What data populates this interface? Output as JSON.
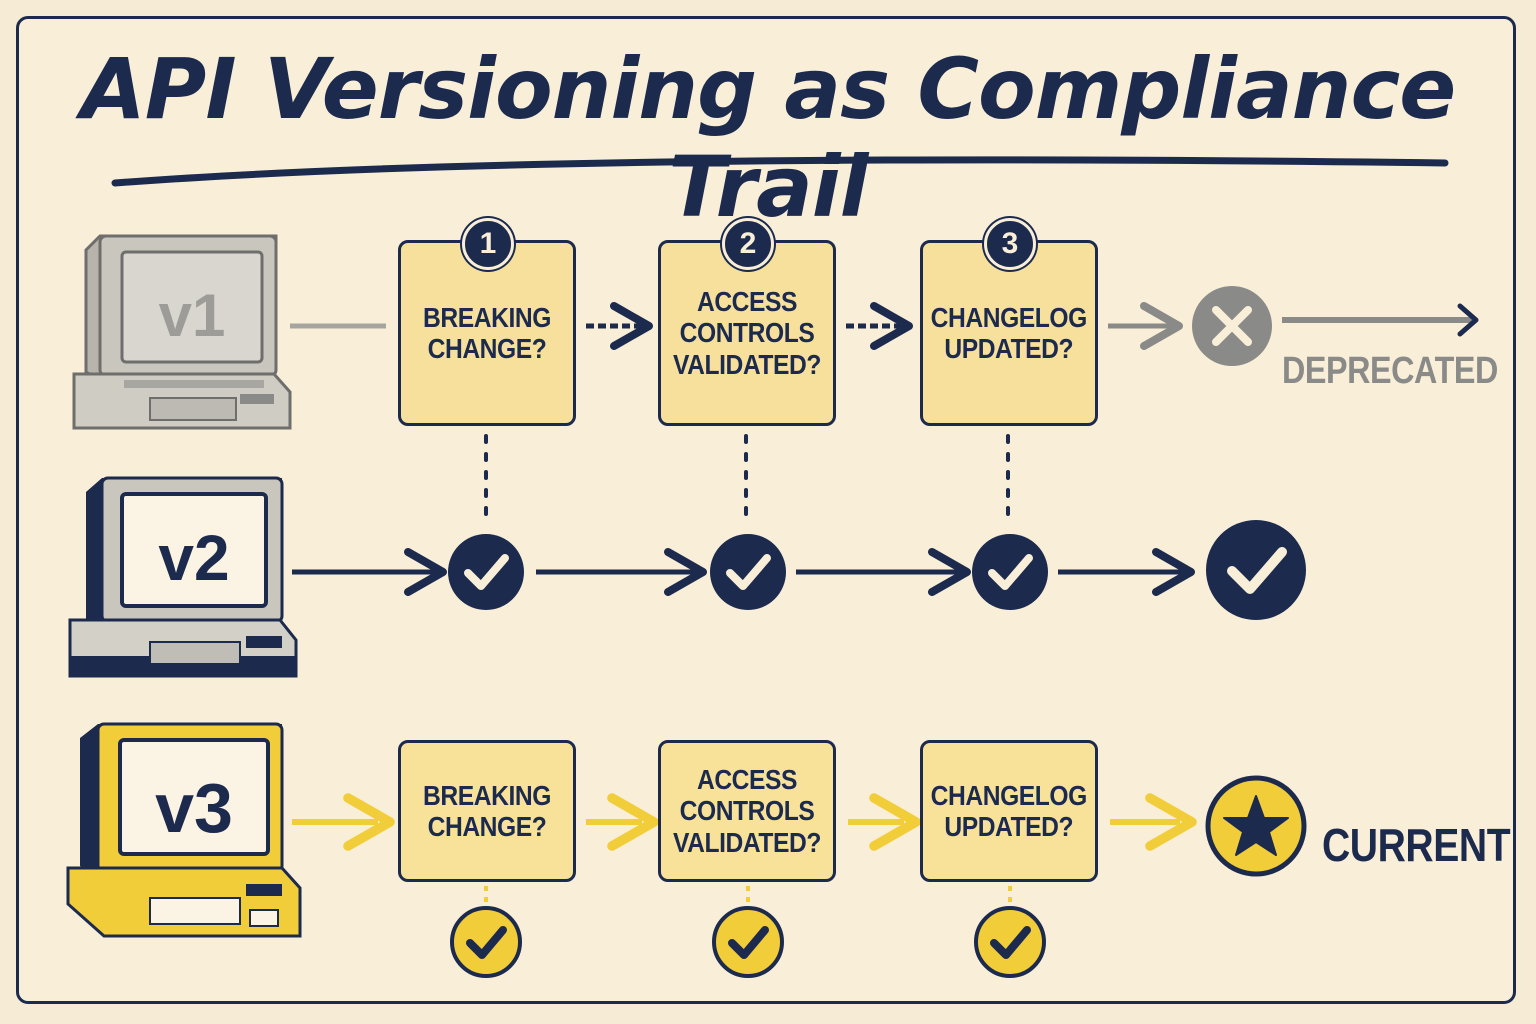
{
  "title": "API Versioning as Compliance Trail",
  "steps": [
    {
      "number": "1",
      "label": "BREAKING CHANGE?"
    },
    {
      "number": "2",
      "label": "ACCESS CONTROLS VALIDATED?"
    },
    {
      "number": "3",
      "label": "CHANGELOG UPDATED?"
    }
  ],
  "versions": [
    {
      "id": "v1",
      "status": "DEPRECATED",
      "color": "#8a8a88"
    },
    {
      "id": "v2",
      "status": "",
      "color": "#1c2a4e"
    },
    {
      "id": "v3",
      "status": "CURRENT",
      "color": "#f2cd3a"
    }
  ],
  "icons": {
    "deprecated": "x-circle-icon",
    "passed": "check-circle-icon",
    "current": "star-icon",
    "version": "computer-icon"
  },
  "colors": {
    "navy": "#1c2a4e",
    "yellow": "#f2cd3a",
    "box_fill": "#f8e294",
    "gray": "#8a8a88",
    "background": "#f9efd9"
  }
}
